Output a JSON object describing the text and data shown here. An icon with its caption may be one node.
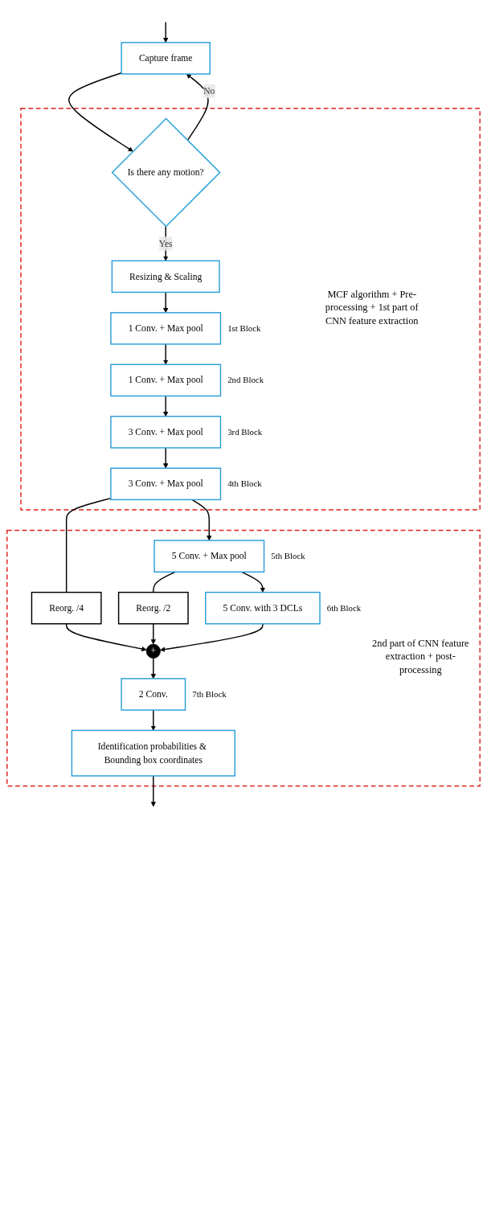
{
  "diagram": {
    "nodes": [
      {
        "text": [
          "Capture frame"
        ]
      },
      {
        "text": [
          "MCF algorithm + Pre-processing + 1st part of CNN feature extraction"
        ]
      },
      {
        "text": [
          "Is there any motion?"
        ],
        "in": 1
      },
      {
        "text": [
          "Resizing & Scaling"
        ],
        "in": 1
      },
      {
        "text": [
          "1 Conv. + Max pool"
        ],
        "in": 1,
        "beside": [
          "1st Block"
        ]
      },
      {
        "text": [
          "1 Conv. + Max pool"
        ],
        "in": 1,
        "beside": [
          "2nd Block"
        ]
      },
      {
        "text": [
          "3 Conv. + Max pool"
        ],
        "in": 1,
        "beside": [
          "3rd Block"
        ]
      },
      {
        "text": [
          "3 Conv. + Max pool"
        ],
        "in": 1,
        "beside": [
          "4th Block"
        ]
      },
      {
        "text": [
          "2nd part of CNN feature extraction + post-processing"
        ]
      },
      {
        "text": [
          "Reorg. /4"
        ],
        "in": 8
      },
      {
        "text": [
          "5 Conv. + Max pool"
        ],
        "in": 8,
        "beside": [
          "5th Block"
        ]
      },
      {
        "text": [
          "Reorg. /2"
        ],
        "in": 8
      },
      {
        "text": [
          "5 Conv. with 3 DCLs"
        ],
        "in": 8,
        "beside": [
          "6th Block"
        ]
      },
      {
        "text": [
          "+"
        ],
        "in": 8
      },
      {
        "text": [
          "2 Conv."
        ],
        "in": 8,
        "beside": [
          "7th Block"
        ]
      },
      {
        "text": [
          "Identification probabilities & Bounding box coordinates"
        ],
        "in": 8
      }
    ],
    "edges": [
      {
        "from": null,
        "to": 0,
        "arrow": "to"
      },
      {
        "from": 0,
        "to": 2,
        "arrow": "to"
      },
      {
        "from": 2,
        "to": 0,
        "arrow": "to",
        "label": "No"
      },
      {
        "from": 2,
        "to": 3,
        "arrow": "to",
        "label": "Yes"
      },
      {
        "from": 3,
        "to": 4,
        "arrow": "to"
      },
      {
        "from": 4,
        "to": 5,
        "arrow": "to"
      },
      {
        "from": 5,
        "to": 6,
        "arrow": "to"
      },
      {
        "from": 6,
        "to": 7,
        "arrow": "to"
      },
      {
        "from": 7,
        "to": 10,
        "arrow": "to"
      },
      {
        "from": 7,
        "to": 9,
        "arrow": "none"
      },
      {
        "from": 9,
        "to": 13,
        "arrow": "to"
      },
      {
        "from": 10,
        "to": 12,
        "arrow": "to"
      },
      {
        "from": 10,
        "to": 11,
        "arrow": "none"
      },
      {
        "from": 11,
        "to": 13,
        "arrow": "to"
      },
      {
        "from": 12,
        "to": 13,
        "arrow": "to"
      },
      {
        "from": 13,
        "to": 14,
        "arrow": "to"
      },
      {
        "from": 14,
        "to": 15,
        "arrow": "to"
      },
      {
        "from": 15,
        "to": null,
        "arrow": "to"
      }
    ]
  }
}
